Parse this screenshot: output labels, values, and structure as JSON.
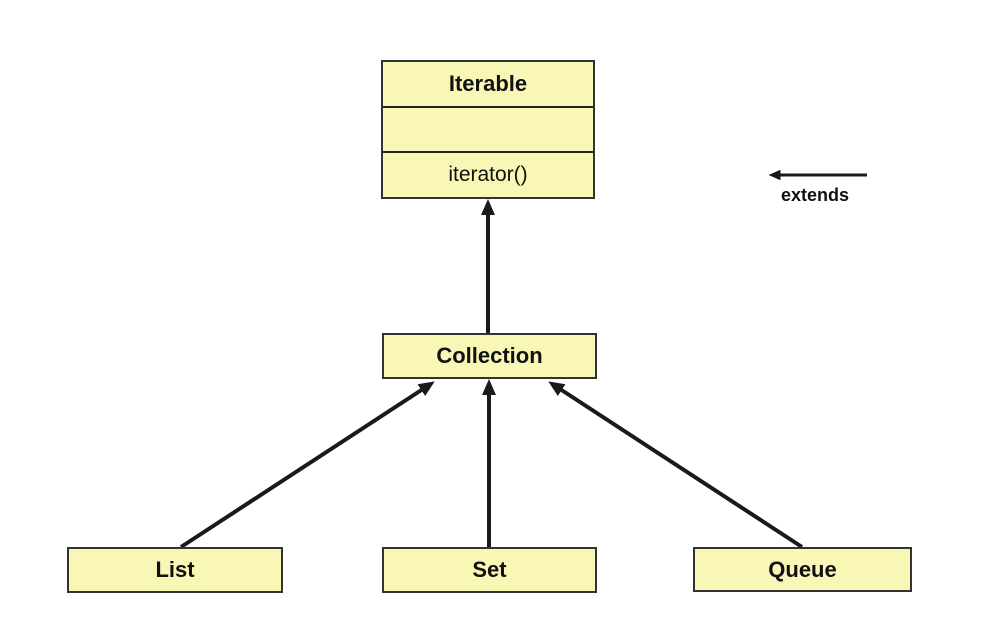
{
  "diagram": {
    "type": "uml-class-diagram",
    "nodes": {
      "iterable": {
        "name": "Iterable",
        "fields": "",
        "methods": "iterator()"
      },
      "collection": {
        "name": "Collection"
      },
      "list": {
        "name": "List"
      },
      "set": {
        "name": "Set"
      },
      "queue": {
        "name": "Queue"
      }
    },
    "edges": [
      {
        "from": "Collection",
        "to": "Iterable",
        "type": "extends"
      },
      {
        "from": "List",
        "to": "Collection",
        "type": "extends"
      },
      {
        "from": "Set",
        "to": "Collection",
        "type": "extends"
      },
      {
        "from": "Queue",
        "to": "Collection",
        "type": "extends"
      }
    ],
    "colors": {
      "node_fill": "#f8f7b6",
      "node_border": "#333333",
      "arrow": "#1a1a1a",
      "background": "#ffffff"
    }
  },
  "legend": {
    "label": "extends"
  }
}
